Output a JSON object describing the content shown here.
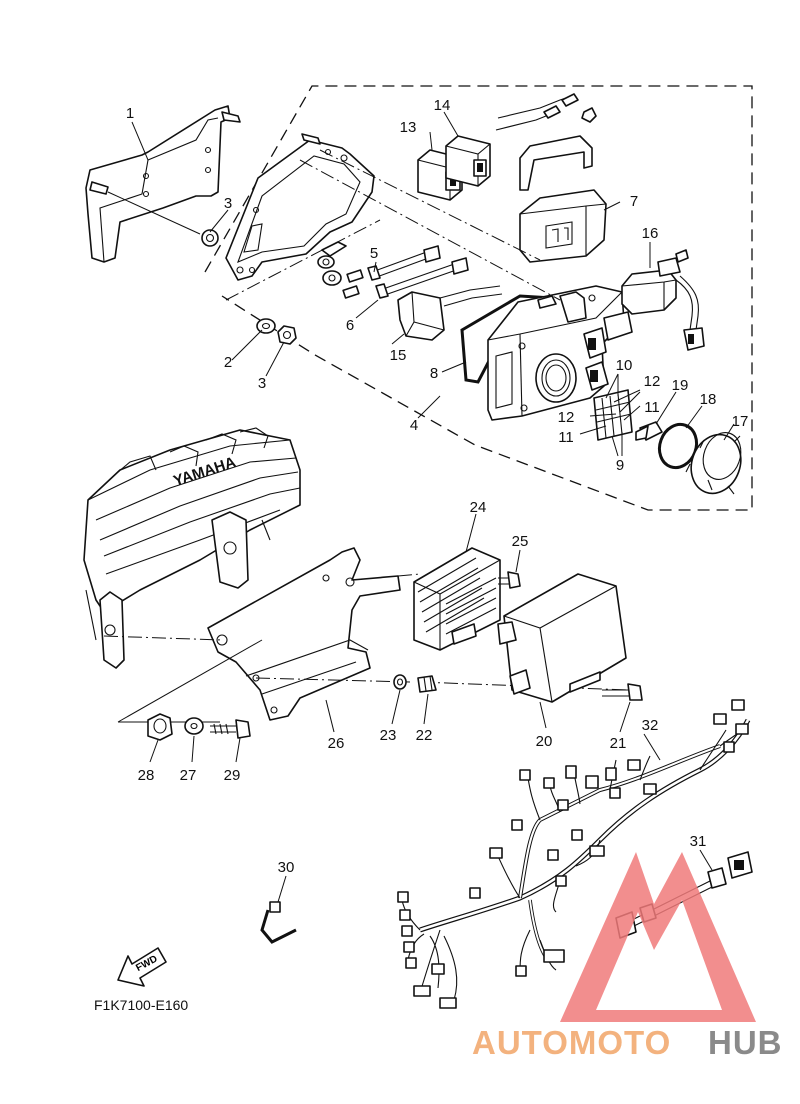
{
  "diagram": {
    "code": "F1K7100-E160",
    "fwd_label": "FWD",
    "engine_badge": "YAMAHA",
    "callouts": [
      {
        "id": "c1",
        "text": "1"
      },
      {
        "id": "c2",
        "text": "2"
      },
      {
        "id": "c3a",
        "text": "3"
      },
      {
        "id": "c3b",
        "text": "3"
      },
      {
        "id": "c4",
        "text": "4"
      },
      {
        "id": "c5",
        "text": "5"
      },
      {
        "id": "c6",
        "text": "6"
      },
      {
        "id": "c7",
        "text": "7"
      },
      {
        "id": "c8",
        "text": "8"
      },
      {
        "id": "c9",
        "text": "9"
      },
      {
        "id": "c10",
        "text": "10"
      },
      {
        "id": "c11a",
        "text": "11"
      },
      {
        "id": "c11b",
        "text": "11"
      },
      {
        "id": "c12a",
        "text": "12"
      },
      {
        "id": "c12b",
        "text": "12"
      },
      {
        "id": "c13",
        "text": "13"
      },
      {
        "id": "c14",
        "text": "14"
      },
      {
        "id": "c15",
        "text": "15"
      },
      {
        "id": "c16",
        "text": "16"
      },
      {
        "id": "c17",
        "text": "17"
      },
      {
        "id": "c18",
        "text": "18"
      },
      {
        "id": "c19",
        "text": "19"
      },
      {
        "id": "c20",
        "text": "20"
      },
      {
        "id": "c21",
        "text": "21"
      },
      {
        "id": "c22",
        "text": "22"
      },
      {
        "id": "c23",
        "text": "23"
      },
      {
        "id": "c24",
        "text": "24"
      },
      {
        "id": "c25",
        "text": "25"
      },
      {
        "id": "c26",
        "text": "26"
      },
      {
        "id": "c27",
        "text": "27"
      },
      {
        "id": "c28",
        "text": "28"
      },
      {
        "id": "c29",
        "text": "29"
      },
      {
        "id": "c30",
        "text": "30"
      },
      {
        "id": "c31",
        "text": "31"
      },
      {
        "id": "c32",
        "text": "32"
      }
    ]
  },
  "watermark": {
    "part1": "AUTOMOTO",
    "part2": "HUB",
    "color1": "#f3b27e",
    "color2": "#8a8a8a",
    "logo_color": "#f07a7a"
  }
}
